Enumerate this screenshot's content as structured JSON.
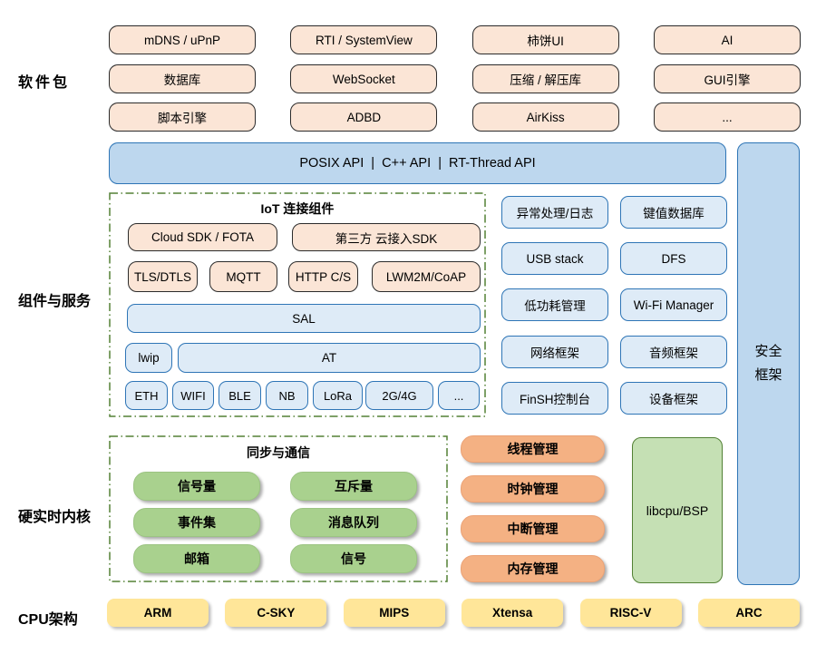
{
  "labels": {
    "packages": "软件包",
    "components": "组件与服务",
    "kernel": "硬实时内核",
    "cpu": "CPU架构"
  },
  "packages": {
    "rows": [
      [
        "mDNS / uPnP",
        "RTI / SystemView",
        "柿饼UI",
        "AI"
      ],
      [
        "数据库",
        "WebSocket",
        "压缩 / 解压库",
        "GUI引擎"
      ],
      [
        "脚本引擎",
        "ADBD",
        "AirKiss",
        "..."
      ]
    ]
  },
  "api_bar": {
    "text": "POSIX API  |  C++ API  |  RT-Thread API"
  },
  "security": {
    "line1": "安全",
    "line2": "框架"
  },
  "iot": {
    "title": "IoT 连接组件",
    "cloud": [
      "Cloud SDK / FOTA",
      "第三方 云接入SDK"
    ],
    "protocols": [
      "TLS/DTLS",
      "MQTT",
      "HTTP C/S",
      "LWM2M/CoAP"
    ],
    "sal": "SAL",
    "lwip": "lwip",
    "at": "AT",
    "links": [
      "ETH",
      "WIFI",
      "BLE",
      "NB",
      "LoRa",
      "2G/4G",
      "..."
    ]
  },
  "services": {
    "rows": [
      [
        "异常处理/日志",
        "键值数据库"
      ],
      [
        "USB stack",
        "DFS"
      ],
      [
        "低功耗管理",
        "Wi-Fi Manager"
      ],
      [
        "网络框架",
        "音频框架"
      ],
      [
        "FinSH控制台",
        "设备框架"
      ]
    ]
  },
  "sync": {
    "title": "同步与通信",
    "rows": [
      [
        "信号量",
        "互斥量"
      ],
      [
        "事件集",
        "消息队列"
      ],
      [
        "邮箱",
        "信号"
      ]
    ]
  },
  "kernel_mgmt": [
    "线程管理",
    "时钟管理",
    "中断管理",
    "内存管理"
  ],
  "libcpu": {
    "label": "libcpu/BSP"
  },
  "cpu_archs": [
    "ARM",
    "C-SKY",
    "MIPS",
    "Xtensa",
    "RISC-V",
    "ARC"
  ],
  "palette": {
    "peach_fill": "#FBE5D6",
    "peach_border": "#2B2B2B",
    "blue_fill": "#DEEBF7",
    "blue_border": "#2E75B6",
    "bar_fill": "#BDD7EE",
    "green_fill": "#A9D18E",
    "libcpu_fill": "#C5E0B4",
    "orange_fill": "#F4B183",
    "yellow_fill": "#FFE699",
    "dash_border": "#538135"
  }
}
